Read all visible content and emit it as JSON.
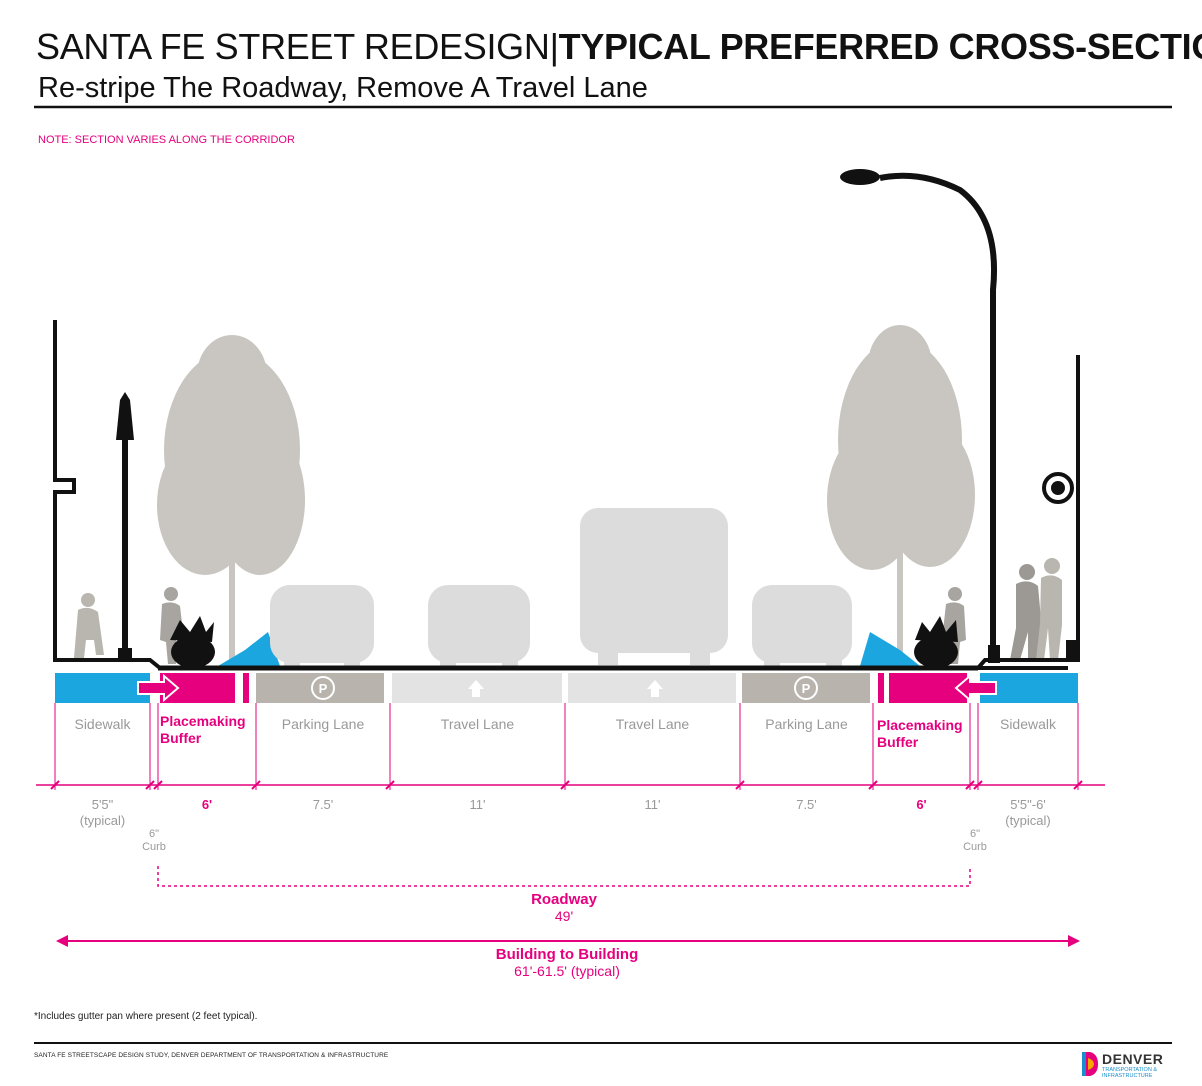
{
  "header": {
    "title_part1": "SANTA FE STREET REDESIGN",
    "title_sep": "|",
    "title_part2": "TYPICAL PREFERRED CROSS-SECTION",
    "subtitle": "Re-stripe The Roadway, Remove A Travel Lane",
    "note": "NOTE: SECTION VARIES ALONG THE CORRIDOR"
  },
  "segments": [
    {
      "label": "Sidewalk",
      "width": "5'5\"",
      "width_note": "(typical)",
      "color": "#1ba6e0"
    },
    {
      "label_line1": "Placemaking",
      "label_line2": "Buffer",
      "width": "6'",
      "color": "#e6007e"
    },
    {
      "label": "Parking Lane",
      "width": "7.5'",
      "color": "#b8b4ad",
      "icon": "parking-icon"
    },
    {
      "label": "Travel Lane",
      "width": "11'",
      "color": "#e3e3e3",
      "icon": "arrow-up-icon"
    },
    {
      "label": "Travel Lane",
      "width": "11'",
      "color": "#e3e3e3",
      "icon": "arrow-up-icon"
    },
    {
      "label": "Parking Lane",
      "width": "7.5'",
      "color": "#b8b4ad",
      "icon": "parking-icon"
    },
    {
      "label_line1": "Placemaking",
      "label_line2": "Buffer",
      "width": "6'",
      "color": "#e6007e"
    },
    {
      "label": "Sidewalk",
      "width": "5'5\"-6'",
      "width_note": "(typical)",
      "color": "#1ba6e0"
    }
  ],
  "curb": {
    "left_width": "6\"",
    "left_label": "Curb",
    "right_width": "6\"",
    "right_label": "Curb"
  },
  "roadway": {
    "label": "Roadway",
    "value": "49'"
  },
  "building": {
    "label": "Building to Building",
    "value": "61'-61.5' (typical)"
  },
  "footnote": "*Includes gutter pan where present (2 feet typical).",
  "credit": "SANTA FE STREETSCAPE DESIGN STUDY, DENVER DEPARTMENT OF TRANSPORTATION & INFRASTRUCTURE",
  "logo": {
    "word": "DENVER",
    "sub": "TRANSPORTATION & INFRASTRUCTURE"
  },
  "colors": {
    "accent": "#e6007e",
    "sidewalk": "#1ba6e0",
    "silhouette": "#c9c5c0",
    "vehicle": "#dcdcdc",
    "structure": "#111111"
  }
}
